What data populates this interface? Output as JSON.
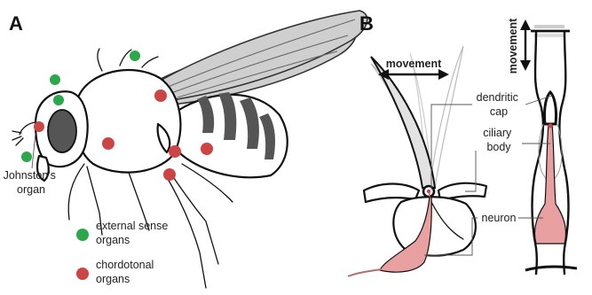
{
  "panels": {
    "a": "A",
    "b": "B"
  },
  "labels": {
    "johnstons_organ": [
      "Johnston's",
      "organ"
    ],
    "movement_horizontal": "movement",
    "movement_vertical": "movement",
    "dendritic_cap": [
      "dendritic",
      "cap"
    ],
    "ciliary_body": [
      "ciliary",
      "body"
    ],
    "neuron": "neuron"
  },
  "legend": {
    "external": {
      "lines": [
        "external sense",
        "organs"
      ],
      "color": "#2aa84a"
    },
    "chordotonal": {
      "lines": [
        "chordotonal",
        "organs"
      ],
      "color": "#cc4444"
    }
  },
  "colors": {
    "external_dot": "#2aa84a",
    "chordotonal_dot": "#cc4444",
    "neuron_fill": "#e8a0a0",
    "wing_fill": "#cfcfcf",
    "eye_fill": "#555555"
  }
}
